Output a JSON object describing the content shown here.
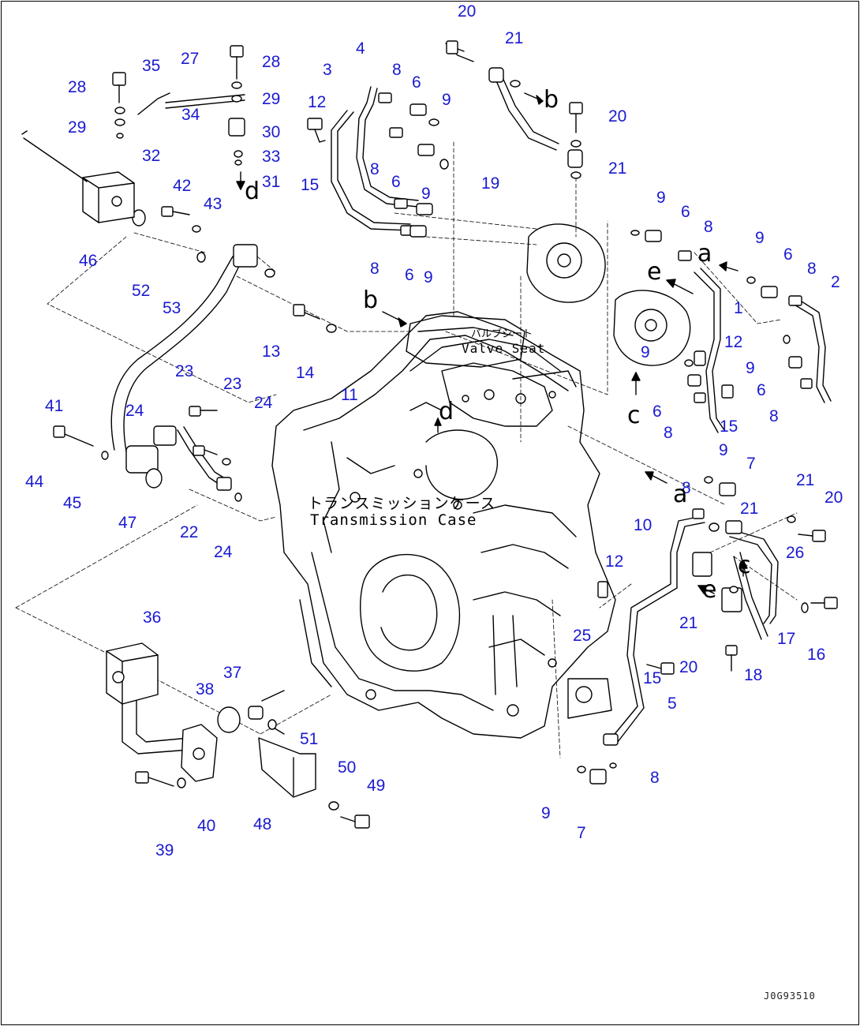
{
  "callouts": [
    "20",
    "21",
    "4",
    "8",
    "6",
    "9",
    "3",
    "12",
    "15",
    "8",
    "6",
    "9",
    "8",
    "6",
    "9",
    "19",
    "20",
    "21",
    "27",
    "28",
    "35",
    "28",
    "34",
    "29",
    "29",
    "30",
    "33",
    "32",
    "31",
    "42",
    "43",
    "46",
    "52",
    "53",
    "41",
    "24",
    "23",
    "23",
    "24",
    "44",
    "45",
    "47",
    "22",
    "24",
    "13",
    "14",
    "11",
    "9",
    "6",
    "8",
    "9",
    "6",
    "8",
    "2",
    "1",
    "12",
    "9",
    "9",
    "6",
    "6",
    "8",
    "15",
    "8",
    "7",
    "9",
    "8",
    "21",
    "20",
    "21",
    "10",
    "12",
    "26",
    "25",
    "21",
    "20",
    "15",
    "5",
    "17",
    "16",
    "18",
    "8",
    "9",
    "7",
    "36",
    "37",
    "38",
    "51",
    "50",
    "49",
    "48",
    "40",
    "39"
  ],
  "letters": [
    "b",
    "d",
    "b",
    "a",
    "e",
    "c",
    "d",
    "a",
    "c",
    "e"
  ],
  "labels": {
    "valve_seat_jp": "バルブシート",
    "valve_seat_en": "Valve Seat",
    "transmission_case_jp": "トランスミッションケース",
    "transmission_case_en": "Transmission Case"
  },
  "drawing_code": "J0G93510"
}
